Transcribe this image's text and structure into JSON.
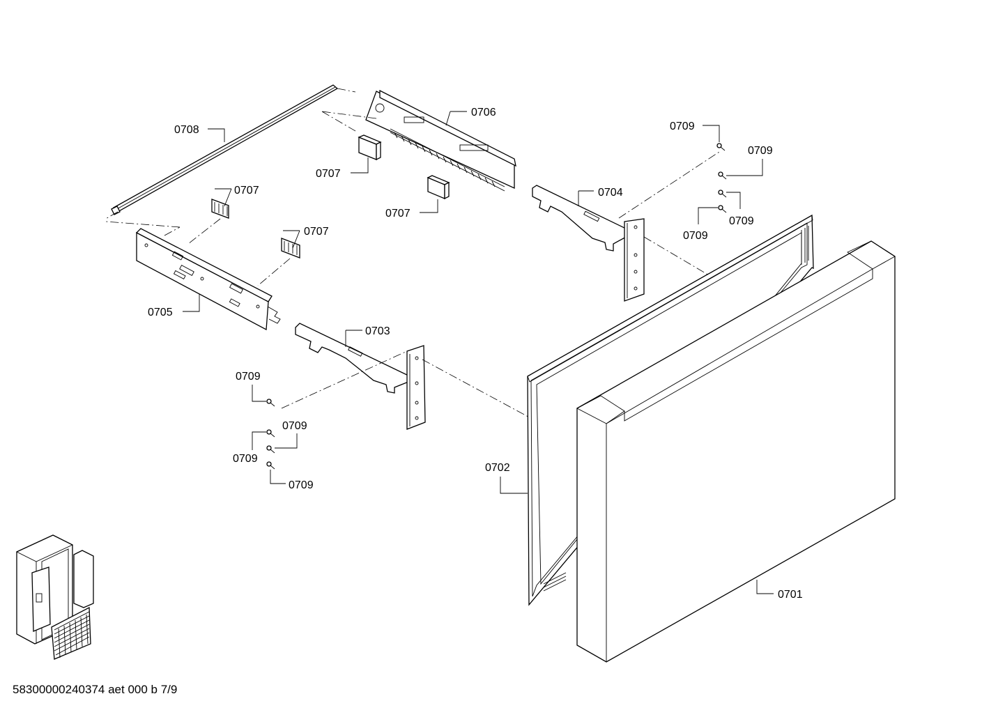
{
  "diagram": {
    "labels": {
      "p0701": "0701",
      "p0702": "0702",
      "p0703": "0703",
      "p0704": "0704",
      "p0705": "0705",
      "p0706": "0706",
      "p0707": "0707",
      "p0708": "0708",
      "p0709": "0709"
    },
    "footer_text": "58300000240374 aet 000 b 7/9"
  }
}
